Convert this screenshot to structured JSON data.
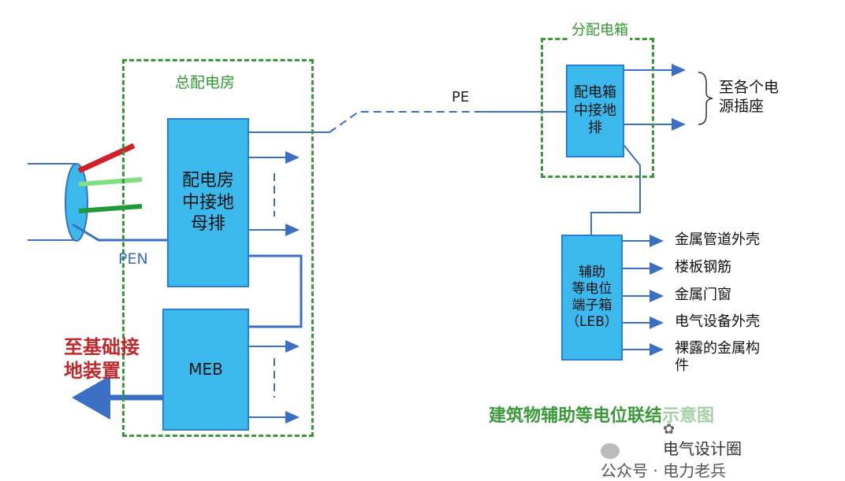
{
  "diagram": {
    "main_room_title": "总配电房",
    "main_bus_label": "配电房\n中接地\n母排",
    "meb_label": "MEB",
    "pen_label": "PEN",
    "pe_label": "PE",
    "ground_label": "至基础接\n地装置",
    "sub_box_title": "分配电箱",
    "sub_bus_label": "配电箱\n中接地\n排",
    "sockets_label": "至各个电\n源插座",
    "leb_label": "辅助\n等电位\n端子箱\n（LEB）",
    "leb_targets": [
      "金属管道外壳",
      "楼板钢筋",
      "金属门窗",
      "电气设备外壳",
      "裸露的金属构\n件"
    ],
    "caption": "建筑物辅助等电位联结示意图"
  },
  "watermark": {
    "line1": "电气设计圈",
    "line2": "公众号 · 电力老兵"
  },
  "colors": {
    "dash_green": "#3a9a3a",
    "box_fill": "#3bb8ec",
    "line_blue": "#3a6fc4",
    "ground_red": "#c0282a",
    "wire_red": "#d0202a",
    "wire_lightgreen": "#7fe07f",
    "wire_green": "#1f9a3a"
  }
}
